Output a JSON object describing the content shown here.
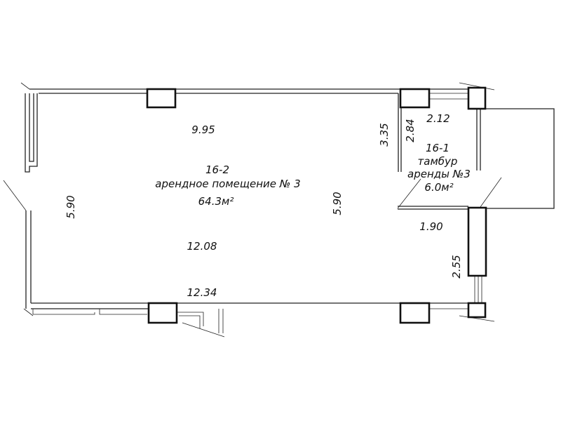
{
  "rooms": [
    {
      "number": "16-2",
      "name": "арендное помещение № 3",
      "area": "64.3м²"
    },
    {
      "number": "16-1",
      "name_line1": "тамбур",
      "name_line2": "аренды №3",
      "area": "6.0м²"
    }
  ],
  "dimensions": {
    "top_inner": "9.95",
    "left_height": "5.90",
    "mid_height": "5.90",
    "inner_length": "12.08",
    "outer_length": "12.34",
    "tambur_outer": "3.35",
    "tambur_inner": "2.84",
    "tambur_width_top": "2.12",
    "tambur_width_bottom": "1.90",
    "pier_length": "2.55"
  }
}
